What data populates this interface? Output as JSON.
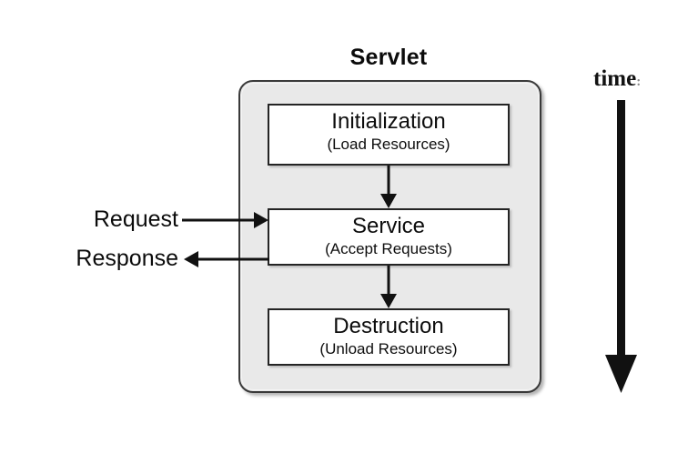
{
  "diagram": {
    "title": "Servlet",
    "background_color": "#ffffff",
    "container_fill": "#e9e9e9",
    "container_stroke": "#3a3a3a",
    "box_fill": "#ffffff",
    "box_stroke": "#242424",
    "arrow_color": "#111111",
    "phases": [
      {
        "title": "Initialization",
        "subtitle": "(Load Resources)"
      },
      {
        "title": "Service",
        "subtitle": "(Accept Requests)"
      },
      {
        "title": "Destruction",
        "subtitle": "(Unload Resources)"
      }
    ],
    "side_labels": {
      "request": "Request",
      "response": "Response"
    },
    "time_axis": {
      "label": "time",
      "trailing_mark": ":",
      "direction": "downward"
    }
  },
  "chart_data": {
    "type": "diagram",
    "title": "Servlet",
    "nodes": [
      {
        "id": "initialization",
        "label": "Initialization",
        "sublabel": "(Load Resources)"
      },
      {
        "id": "service",
        "label": "Service",
        "sublabel": "(Accept Requests)"
      },
      {
        "id": "destruction",
        "label": "Destruction",
        "sublabel": "(Unload Resources)"
      }
    ],
    "edges": [
      {
        "from": "initialization",
        "to": "service",
        "label": ""
      },
      {
        "from": "service",
        "to": "destruction",
        "label": ""
      },
      {
        "from": "external",
        "to": "service",
        "label": "Request"
      },
      {
        "from": "service",
        "to": "external",
        "label": "Response"
      }
    ],
    "annotations": [
      {
        "text": "time",
        "orientation": "vertical",
        "direction": "down"
      }
    ]
  }
}
